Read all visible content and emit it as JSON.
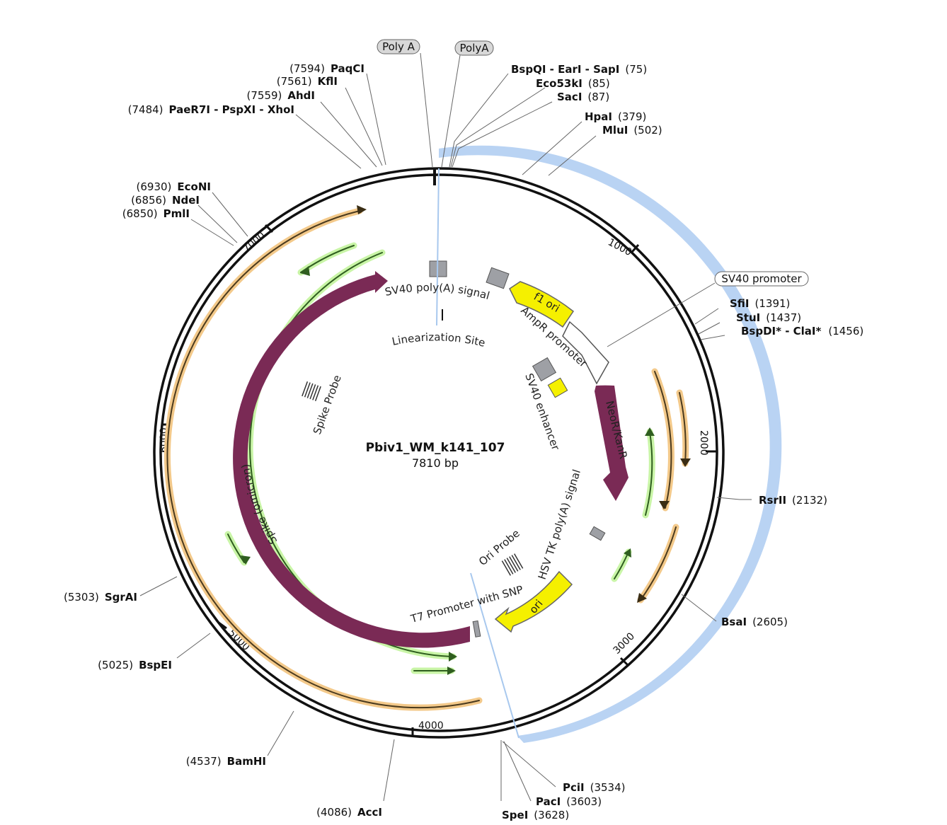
{
  "plasmid": {
    "name": "Pbiv1_WM_k141_107",
    "length_label": "7810 bp",
    "length": 7810
  },
  "ticks": [
    "1000",
    "2000",
    "3000",
    "4000",
    "5000",
    "6000",
    "7000"
  ],
  "enzymes_right": [
    {
      "name": "BspQI - EarI - SapI",
      "pos": "(75)"
    },
    {
      "name": "Eco53kI",
      "pos": "(85)"
    },
    {
      "name": "SacI",
      "pos": "(87)"
    },
    {
      "name": "HpaI",
      "pos": "(379)"
    },
    {
      "name": "MluI",
      "pos": "(502)"
    },
    {
      "name": "SfiI",
      "pos": "(1391)"
    },
    {
      "name": "StuI",
      "pos": "(1437)"
    },
    {
      "name": "BspDI* - ClaI*",
      "pos": "(1456)"
    },
    {
      "name": "RsrII",
      "pos": "(2132)"
    },
    {
      "name": "BsaI",
      "pos": "(2605)"
    },
    {
      "name": "PciI",
      "pos": "(3534)"
    },
    {
      "name": "PacI",
      "pos": "(3603)"
    },
    {
      "name": "SpeI",
      "pos": "(3628)"
    }
  ],
  "enzymes_left": [
    {
      "name": "PaqCI",
      "pos": "(7594)"
    },
    {
      "name": "KflI",
      "pos": "(7561)"
    },
    {
      "name": "AhdI",
      "pos": "(7559)"
    },
    {
      "name": "PaeR7I - PspXI - XhoI",
      "pos": "(7484)"
    },
    {
      "name": "EcoNI",
      "pos": "(6930)"
    },
    {
      "name": "NdeI",
      "pos": "(6856)"
    },
    {
      "name": "PmlI",
      "pos": "(6850)"
    },
    {
      "name": "SgrAI",
      "pos": "(5303)"
    },
    {
      "name": "BspEI",
      "pos": "(5025)"
    },
    {
      "name": "BamHI",
      "pos": "(4537)"
    },
    {
      "name": "AccI",
      "pos": "(4086)"
    }
  ],
  "boxed_labels": [
    "Poly A",
    "PolyA",
    "SV40 promoter"
  ],
  "features": {
    "f1_ori": "f1 ori",
    "ampr_promoter": "AmpR promoter",
    "sv40_enhancer": "SV40 enhancer",
    "neor_kanr": "NeoR/KanR",
    "hsv_tk": "HSV TK poly(A) signal",
    "ori": "ori",
    "ori_probe": "Ori Probe",
    "t7_promoter": "T7 Promoter with SNP",
    "spike": "Spike (omicron)",
    "spike_probe": "Spike Probe",
    "sv40_polya": "SV40 poly(A) signal",
    "linearization": "Linearization Site"
  },
  "colors": {
    "backbone": "#111111",
    "blue_region": "#b9d3f3",
    "spike": "#7a2a55",
    "yellow": "#f5f000",
    "orange_arc": "#f3c98a",
    "green_arc": "#bff59a",
    "grey_box": "#9ea0a5"
  }
}
